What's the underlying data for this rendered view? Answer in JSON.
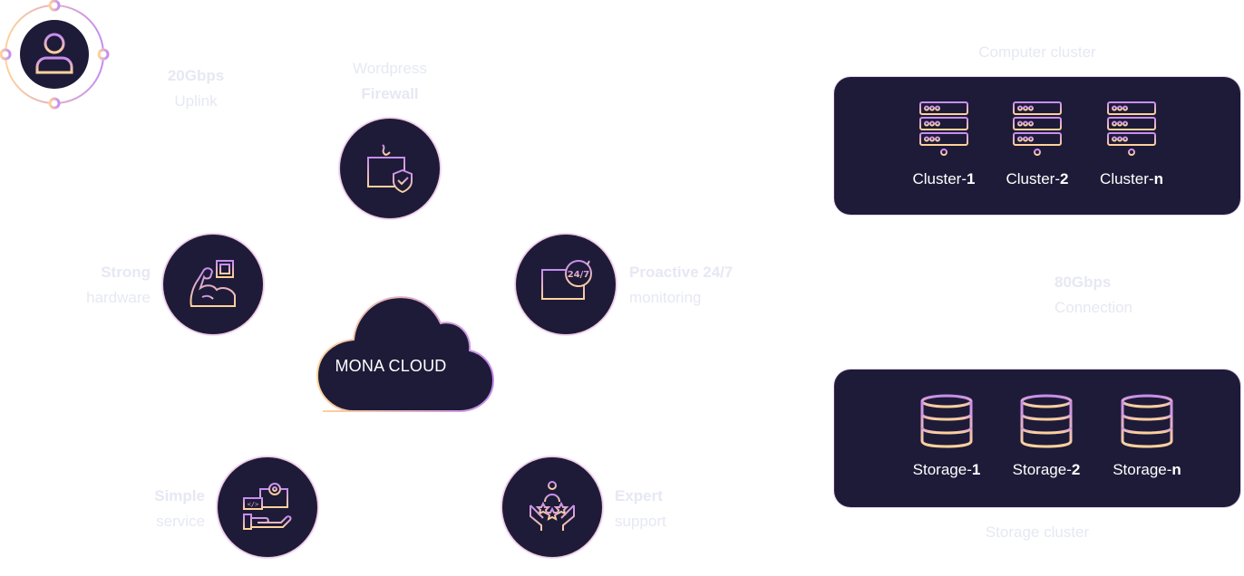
{
  "cloud": {
    "label": "MONA CLOUD"
  },
  "labels": {
    "uplink": {
      "bold": "20Gbps",
      "light": "Uplink"
    },
    "firewall": {
      "light": "Wordpress",
      "bold": "Firewall"
    },
    "hardware": {
      "bold": "Strong",
      "light": "hardware"
    },
    "monitoring": {
      "bold": "Proactive 24/7",
      "light": "monitoring"
    },
    "service": {
      "bold": "Simple",
      "light": "service"
    },
    "support": {
      "bold": "Expert",
      "light": "support"
    },
    "connection": {
      "bold": "80Gbps",
      "light": "Connection"
    }
  },
  "computer_cluster": {
    "title": "Computer cluster",
    "items": [
      {
        "prefix": "Cluster-",
        "suffix": "1"
      },
      {
        "prefix": "Cluster-",
        "suffix": "2"
      },
      {
        "prefix": "Cluster-",
        "suffix": "n"
      }
    ]
  },
  "storage_cluster": {
    "title": "Storage cluster",
    "items": [
      {
        "prefix": "Storage-",
        "suffix": "1"
      },
      {
        "prefix": "Storage-",
        "suffix": "2"
      },
      {
        "prefix": "Storage-",
        "suffix": "n"
      }
    ]
  },
  "colors": {
    "node_bg": "#1e1b38",
    "gradient_top": "#c58cf0",
    "gradient_bottom": "#ffd39a",
    "faint_text": "#e6e8f3"
  }
}
